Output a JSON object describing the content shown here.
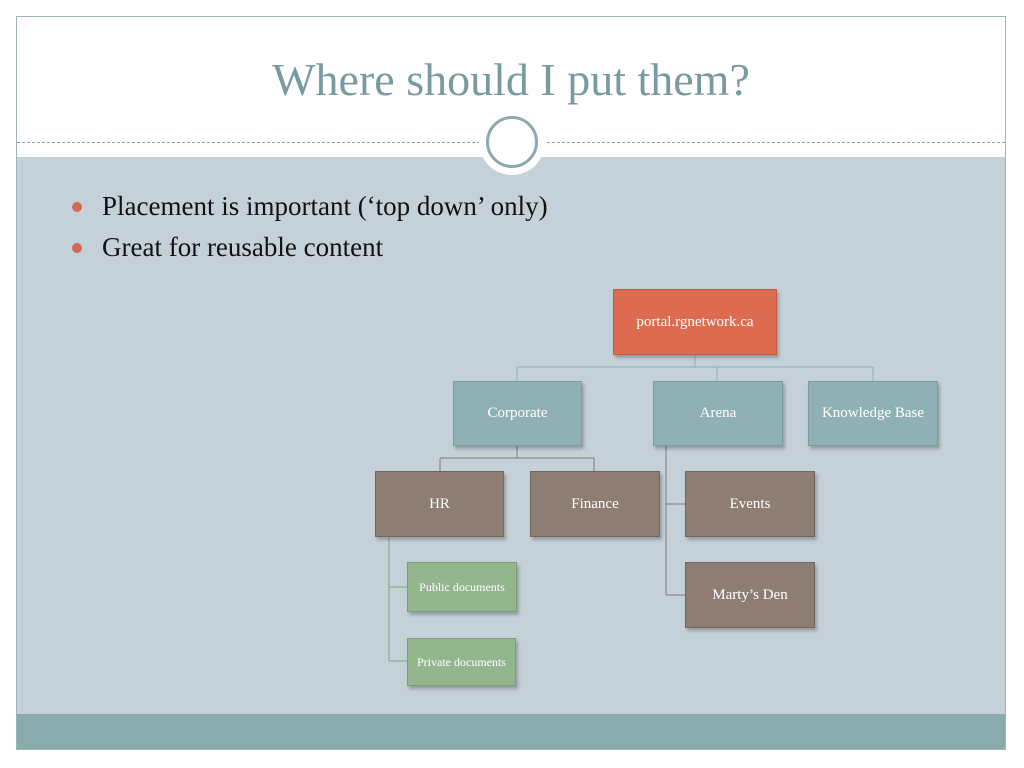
{
  "slide": {
    "title": "Where should I put them?",
    "bullets": [
      "Placement is important (‘top down’ only)",
      "Great for reusable content"
    ]
  },
  "org_chart": {
    "root": "portal.rgnetwork.ca",
    "level1": [
      "Corporate",
      "Arena",
      "Knowledge Base"
    ],
    "corporate_children": [
      "HR",
      "Finance"
    ],
    "arena_children": [
      "Events",
      "Marty’s Den"
    ],
    "hr_children": [
      "Public documents",
      "Private documents"
    ]
  },
  "colors": {
    "title": "#7a9aa1",
    "bullet": "#d46a52",
    "root_node": "#dd6b4f",
    "level1_node": "#8fb1b6",
    "level2_node": "#8e7d72",
    "level3_node": "#93b68e",
    "body_background": "#c5d1d9",
    "footer": "#89abad"
  }
}
